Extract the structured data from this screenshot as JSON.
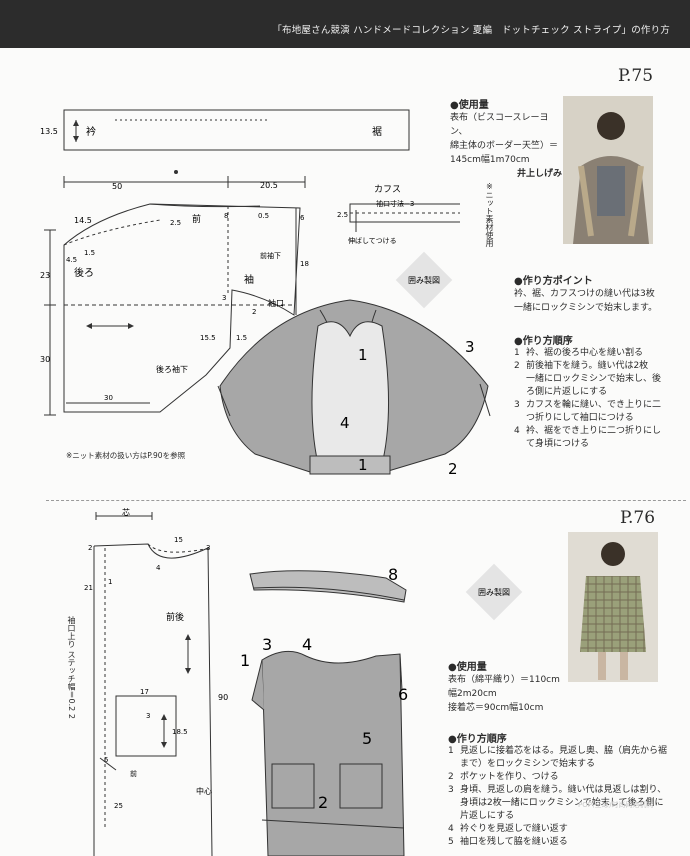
{
  "header": {
    "title": "「布地屋さん競演 ハンドメードコレクション 夏編　ドットチェック ストライプ」の作り方"
  },
  "p75": {
    "page": "P.75",
    "materials_heading": "●使用量",
    "materials_lines": [
      "表布（ビスコースレーヨン、",
      "綿主体のボーダー天竺）＝",
      "145cm幅1m70cm"
    ],
    "author": "井上しげみ",
    "knit_note_vertical": "※ニット素材使用",
    "pattern": {
      "band_left": "衿",
      "band_right": "裾",
      "band_height": "13.5",
      "dim_50": "50",
      "dim_20_5": "20.5",
      "dim_14_5": "14.5",
      "dim_2_5": "2.5",
      "dim_8": "8",
      "dim_0_5": "0.5",
      "dim_6": "6",
      "dim_1_5": "1.5",
      "dim_4_5": "4.5",
      "dim_23": "23",
      "dim_30": "30",
      "dim_18": "18",
      "dim_3": "3",
      "dim_2": "2",
      "dim_15_5": "15.5",
      "dim_1_5b": "1.5",
      "dim_30b": "30",
      "front": "前",
      "back": "後ろ",
      "sleeve": "袖",
      "front_underarm": "前袖下",
      "cuff_opening_label": "袖口",
      "back_underarm": "後ろ袖下",
      "cuff_title": "カフス",
      "cuff_measure": "袖口寸法−3",
      "cuff_2_5": "2.5",
      "cuff_stretch": "伸ばしてつける"
    },
    "knit_footnote": "※ニット素材の扱い方はP.90を参照",
    "diagram_badge": "囲み製図",
    "sketch_numbers": [
      "1",
      "2",
      "3",
      "4",
      "1"
    ],
    "points_heading": "●作り方ポイント",
    "points_lines": [
      "衿、裾、カフスつけの縫い代は3枚",
      "一緒にロックミシンで始末します。"
    ],
    "order_heading": "●作り方順序",
    "steps": [
      {
        "n": "1",
        "lines": [
          "衿、裾の後ろ中心を縫い割る"
        ]
      },
      {
        "n": "2",
        "lines": [
          "前後袖下を縫う。縫い代は2枚",
          "一緒にロックミシンで始末し、後",
          "ろ側に片返しにする"
        ]
      },
      {
        "n": "3",
        "lines": [
          "カフスを輪に縫い、でき上りに二",
          "つ折りにして袖口につける"
        ]
      },
      {
        "n": "4",
        "lines": [
          "衿、裾をでき上りに二つ折りにし",
          "て身頃につける"
        ]
      }
    ]
  },
  "p76": {
    "page": "P.76",
    "diagram_badge": "囲み製図",
    "pattern": {
      "core": "芯",
      "dim_15": "15",
      "dim_3a": "3",
      "dim_2a": "2",
      "dim_4": "4",
      "dim_21": "21",
      "dim_1": "1",
      "front_back": "前後",
      "sleeve_finish": "袖口上り",
      "stitch_width": "ステッチ幅＝0.2",
      "dim_2b": "2",
      "dim_90": "90",
      "dim_17": "17",
      "dim_3b": "3",
      "dim_18_5": "18.5",
      "dim_5": "5",
      "front_small": "前",
      "dim_25": "25",
      "center": "中心"
    },
    "sketch_numbers": [
      "8",
      "1",
      "3",
      "4",
      "6",
      "5",
      "2"
    ],
    "materials_heading": "●使用量",
    "materials_lines": [
      "表布（綿平織り）＝110cm",
      "幅2m20cm",
      "接着芯＝90cm幅10cm"
    ],
    "order_heading": "●作り方順序",
    "steps": [
      {
        "n": "1",
        "lines": [
          "見返しに接着芯をはる。見返し奥、脇（肩先から裾",
          "まで）をロックミシンで始末する"
        ]
      },
      {
        "n": "2",
        "lines": [
          "ポケットを作り、つける"
        ]
      },
      {
        "n": "3",
        "lines": [
          "身頃、見返しの肩を縫う。縫い代は見返しは割り、",
          "身頃は2枚一緒にロックミシンで始末して後ろ側に",
          "片返しにする"
        ]
      },
      {
        "n": "4",
        "lines": [
          "衿ぐりを見返しで縫い返す"
        ]
      },
      {
        "n": "5",
        "lines": [
          "袖口を残して脇を縫い返る"
        ]
      }
    ],
    "watermark": "POP(全球)时尚网络机构"
  },
  "colors": {
    "header_bg": "#2c2c2c",
    "page_bg": "#fbfbfa",
    "sketch_fill": "#a7a7a7",
    "badge": "#e4e4e4"
  }
}
